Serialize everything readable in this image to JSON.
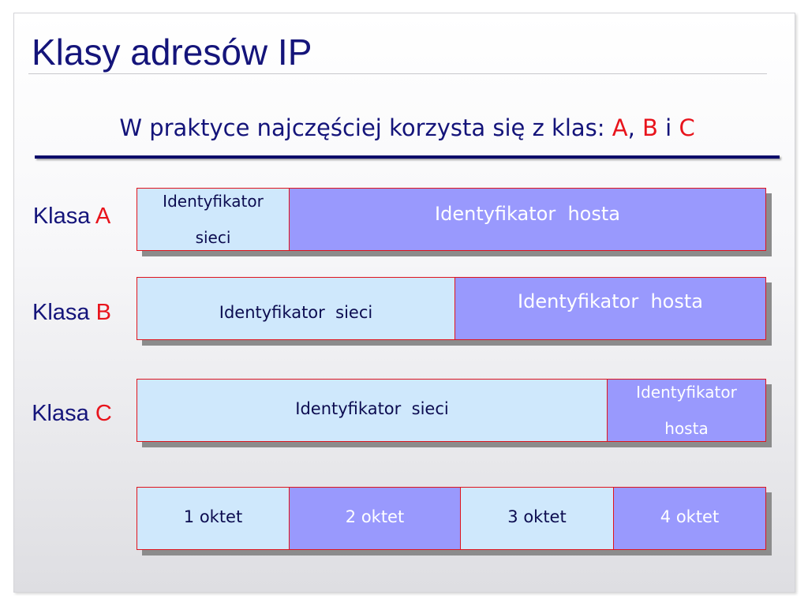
{
  "title": "Klasy adresów IP",
  "subtitle": {
    "prefix": "W praktyce najczęściej korzysta się z klas: ",
    "a": "A",
    "comma": ",",
    "b": "B",
    "i": " i ",
    "c": "C"
  },
  "rows": {
    "a": {
      "label": "Klasa ",
      "letter": "A",
      "network_line1": "Identyfikator",
      "network_line2": "sieci",
      "host": "Identyfikator  hosta"
    },
    "b": {
      "label": "Klasa ",
      "letter": "B",
      "network": "Identyfikator  sieci",
      "host": "Identyfikator  hosta"
    },
    "c": {
      "label": "Klasa ",
      "letter": "C",
      "network": "Identyfikator  sieci",
      "host_line1": "Identyfikator",
      "host_line2": "hosta"
    }
  },
  "octets": [
    "1 oktet",
    "2 oktet",
    "3 oktet",
    "4 oktet"
  ],
  "colors": {
    "title": "#14147a",
    "accent_red": "#e8141c",
    "network_fill": "#cfe8fc",
    "host_fill": "#9999fd",
    "segment_border": "#e0141c"
  }
}
